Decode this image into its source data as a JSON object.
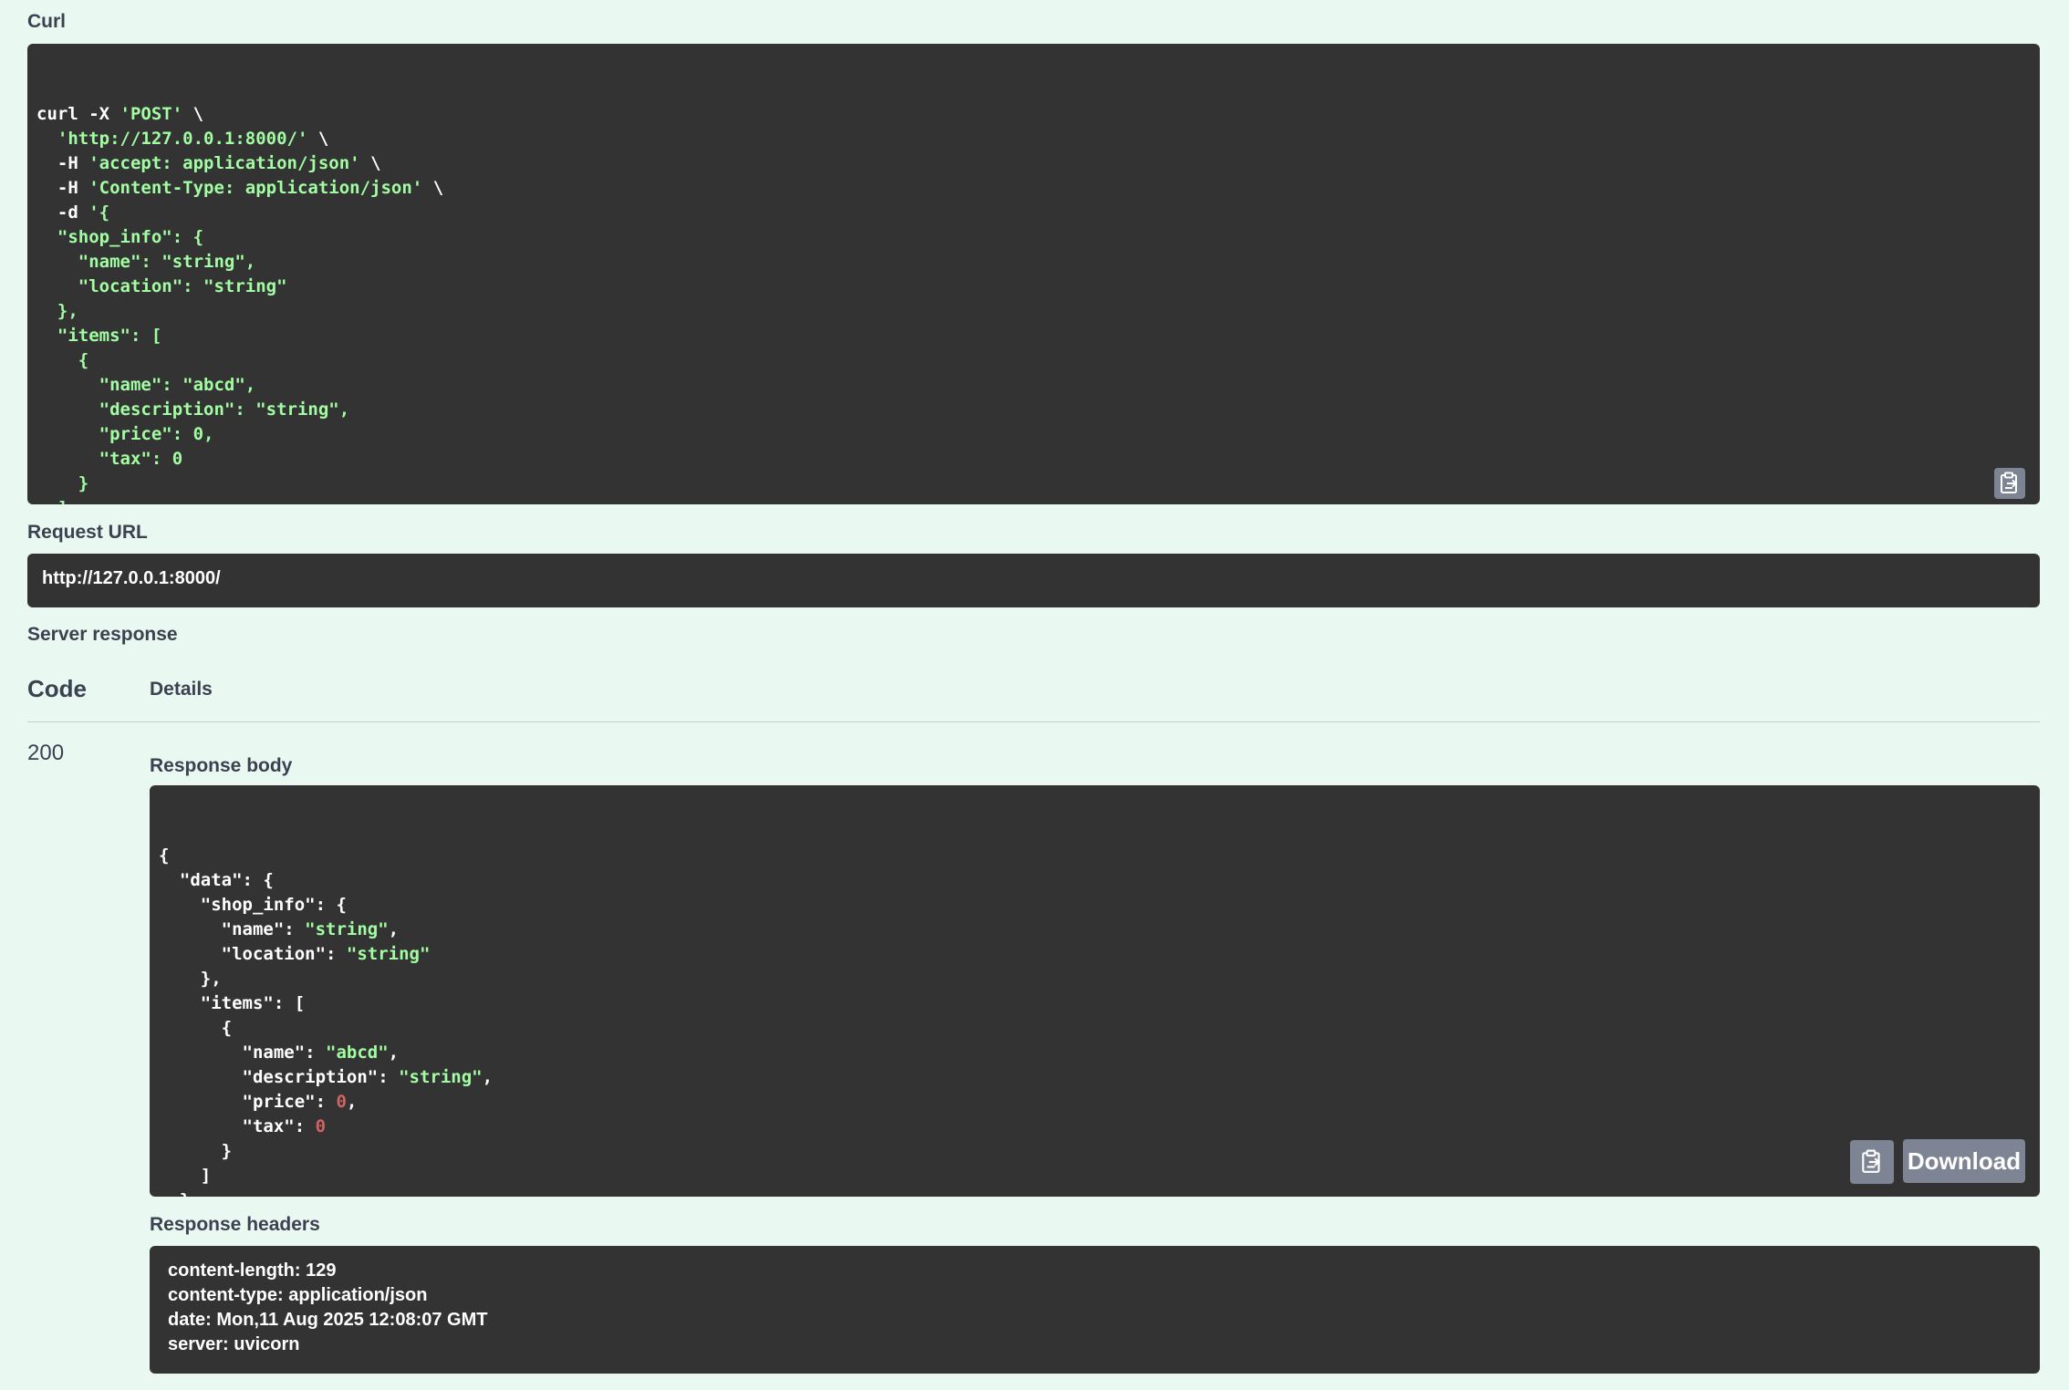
{
  "curl_section": {
    "label": "Curl",
    "lines": [
      [
        {
          "t": "curl -X ",
          "c": "w"
        },
        {
          "t": "'POST'",
          "c": "g"
        },
        {
          "t": " \\",
          "c": "w"
        }
      ],
      [
        {
          "t": "  ",
          "c": "w"
        },
        {
          "t": "'http://127.0.0.1:8000/'",
          "c": "g"
        },
        {
          "t": " \\",
          "c": "w"
        }
      ],
      [
        {
          "t": "  -H ",
          "c": "w"
        },
        {
          "t": "'accept: application/json'",
          "c": "g"
        },
        {
          "t": " \\",
          "c": "w"
        }
      ],
      [
        {
          "t": "  -H ",
          "c": "w"
        },
        {
          "t": "'Content-Type: application/json'",
          "c": "g"
        },
        {
          "t": " \\",
          "c": "w"
        }
      ],
      [
        {
          "t": "  -d ",
          "c": "w"
        },
        {
          "t": "'{",
          "c": "g"
        }
      ],
      [
        {
          "t": "  \"shop_info\": {",
          "c": "g"
        }
      ],
      [
        {
          "t": "    \"name\": \"string\",",
          "c": "g"
        }
      ],
      [
        {
          "t": "    \"location\": \"string\"",
          "c": "g"
        }
      ],
      [
        {
          "t": "  },",
          "c": "g"
        }
      ],
      [
        {
          "t": "  \"items\": [",
          "c": "g"
        }
      ],
      [
        {
          "t": "    {",
          "c": "g"
        }
      ],
      [
        {
          "t": "      \"name\": \"abcd\",",
          "c": "g"
        }
      ],
      [
        {
          "t": "      \"description\": \"string\",",
          "c": "g"
        }
      ],
      [
        {
          "t": "      \"price\": 0,",
          "c": "g"
        }
      ],
      [
        {
          "t": "      \"tax\": 0",
          "c": "g"
        }
      ],
      [
        {
          "t": "    }",
          "c": "g"
        }
      ],
      [
        {
          "t": "  ]",
          "c": "g"
        }
      ],
      [
        {
          "t": "}'",
          "c": "g"
        }
      ]
    ],
    "copy_icon": "clipboard-icon"
  },
  "request_url": {
    "label": "Request URL",
    "value": "http://127.0.0.1:8000/"
  },
  "server_response": {
    "label": "Server response",
    "col_code": "Code",
    "col_details": "Details",
    "code": "200",
    "body_label": "Response body",
    "body_lines": [
      [
        {
          "t": "{",
          "c": "w"
        }
      ],
      [
        {
          "t": "  \"data\": {",
          "c": "w"
        }
      ],
      [
        {
          "t": "    \"shop_info\": {",
          "c": "w"
        }
      ],
      [
        {
          "t": "      \"name\": ",
          "c": "w"
        },
        {
          "t": "\"string\"",
          "c": "g"
        },
        {
          "t": ",",
          "c": "w"
        }
      ],
      [
        {
          "t": "      \"location\": ",
          "c": "w"
        },
        {
          "t": "\"string\"",
          "c": "g"
        }
      ],
      [
        {
          "t": "    },",
          "c": "w"
        }
      ],
      [
        {
          "t": "    \"items\": [",
          "c": "w"
        }
      ],
      [
        {
          "t": "      {",
          "c": "w"
        }
      ],
      [
        {
          "t": "        \"name\": ",
          "c": "w"
        },
        {
          "t": "\"abcd\"",
          "c": "g"
        },
        {
          "t": ",",
          "c": "w"
        }
      ],
      [
        {
          "t": "        \"description\": ",
          "c": "w"
        },
        {
          "t": "\"string\"",
          "c": "g"
        },
        {
          "t": ",",
          "c": "w"
        }
      ],
      [
        {
          "t": "        \"price\": ",
          "c": "w"
        },
        {
          "t": "0",
          "c": "r"
        },
        {
          "t": ",",
          "c": "w"
        }
      ],
      [
        {
          "t": "        \"tax\": ",
          "c": "w"
        },
        {
          "t": "0",
          "c": "r"
        }
      ],
      [
        {
          "t": "      }",
          "c": "w"
        }
      ],
      [
        {
          "t": "    ]",
          "c": "w"
        }
      ],
      [
        {
          "t": "  }",
          "c": "w"
        }
      ],
      [
        {
          "t": "}",
          "c": "w"
        }
      ]
    ],
    "download_label": "Download",
    "copy_icon": "clipboard-icon",
    "headers_label": "Response headers",
    "headers": [
      "content-length: 129",
      "content-type: application/json",
      "date: Mon,11 Aug 2025 12:08:07 GMT",
      "server: uvicorn"
    ]
  }
}
